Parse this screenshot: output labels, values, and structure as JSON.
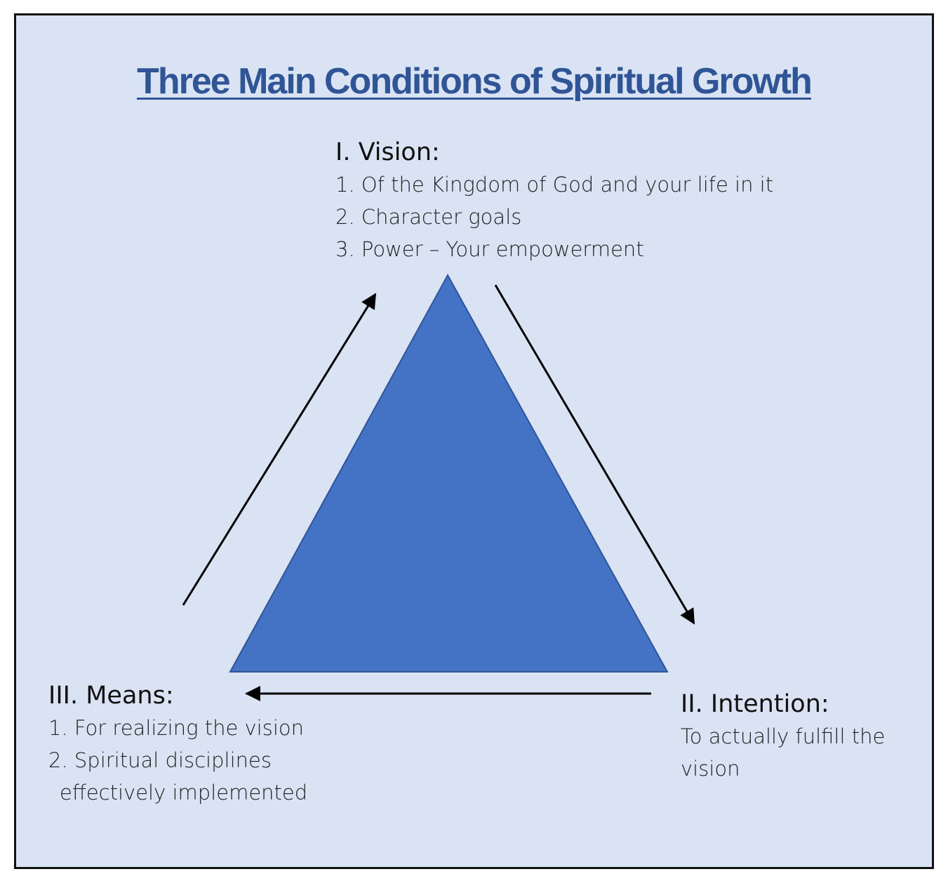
{
  "title": "Three Main Conditions of Spiritual Growth",
  "vision": {
    "heading": "I. Vision:",
    "items": [
      "1. Of the Kingdom of God and your life in it",
      "2. Character goals",
      "3. Power – Your empowerment"
    ]
  },
  "intention": {
    "heading": "II. Intention:",
    "lines": [
      "To actually fulfill the",
      "vision"
    ]
  },
  "means": {
    "heading": "III. Means:",
    "lines": [
      "1. For realizing the vision",
      "2. Spiritual disciplines",
      "effectively implemented"
    ]
  },
  "colors": {
    "background": "#dae3f3",
    "triangle": "#4472c4",
    "triangle_outline": "#2f5597",
    "title": "#2f5597",
    "arrows": "#000000"
  }
}
